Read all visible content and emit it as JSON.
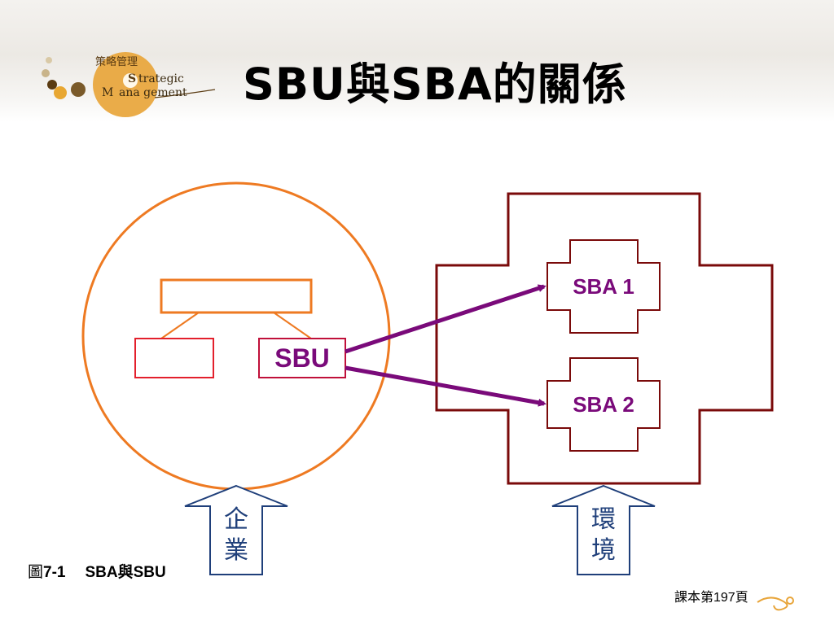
{
  "slide": {
    "title": "SBU與SBA的關係"
  },
  "logo": {
    "chinese": "策略管理",
    "line1": "trategic",
    "line2": "ana gement",
    "initial_s": "S",
    "initial_m": "M"
  },
  "diagram": {
    "sbu_label": "SBU",
    "sba1_label": "SBA 1",
    "sba2_label": "SBA 2",
    "enterprise_arrow_label": "企業",
    "environment_arrow_label": "環境"
  },
  "caption": {
    "figure_prefix": "圖",
    "figure_number": "7-1",
    "figure_text": "SBA與SBU"
  },
  "page_ref": "課本第197頁",
  "colors": {
    "circle": "#ee7a22",
    "cross_outline": "#7a0a0a",
    "connector": "#7a0a7a",
    "arrow_outline": "#1f3f7a",
    "sbu_box": "#c0103a"
  }
}
